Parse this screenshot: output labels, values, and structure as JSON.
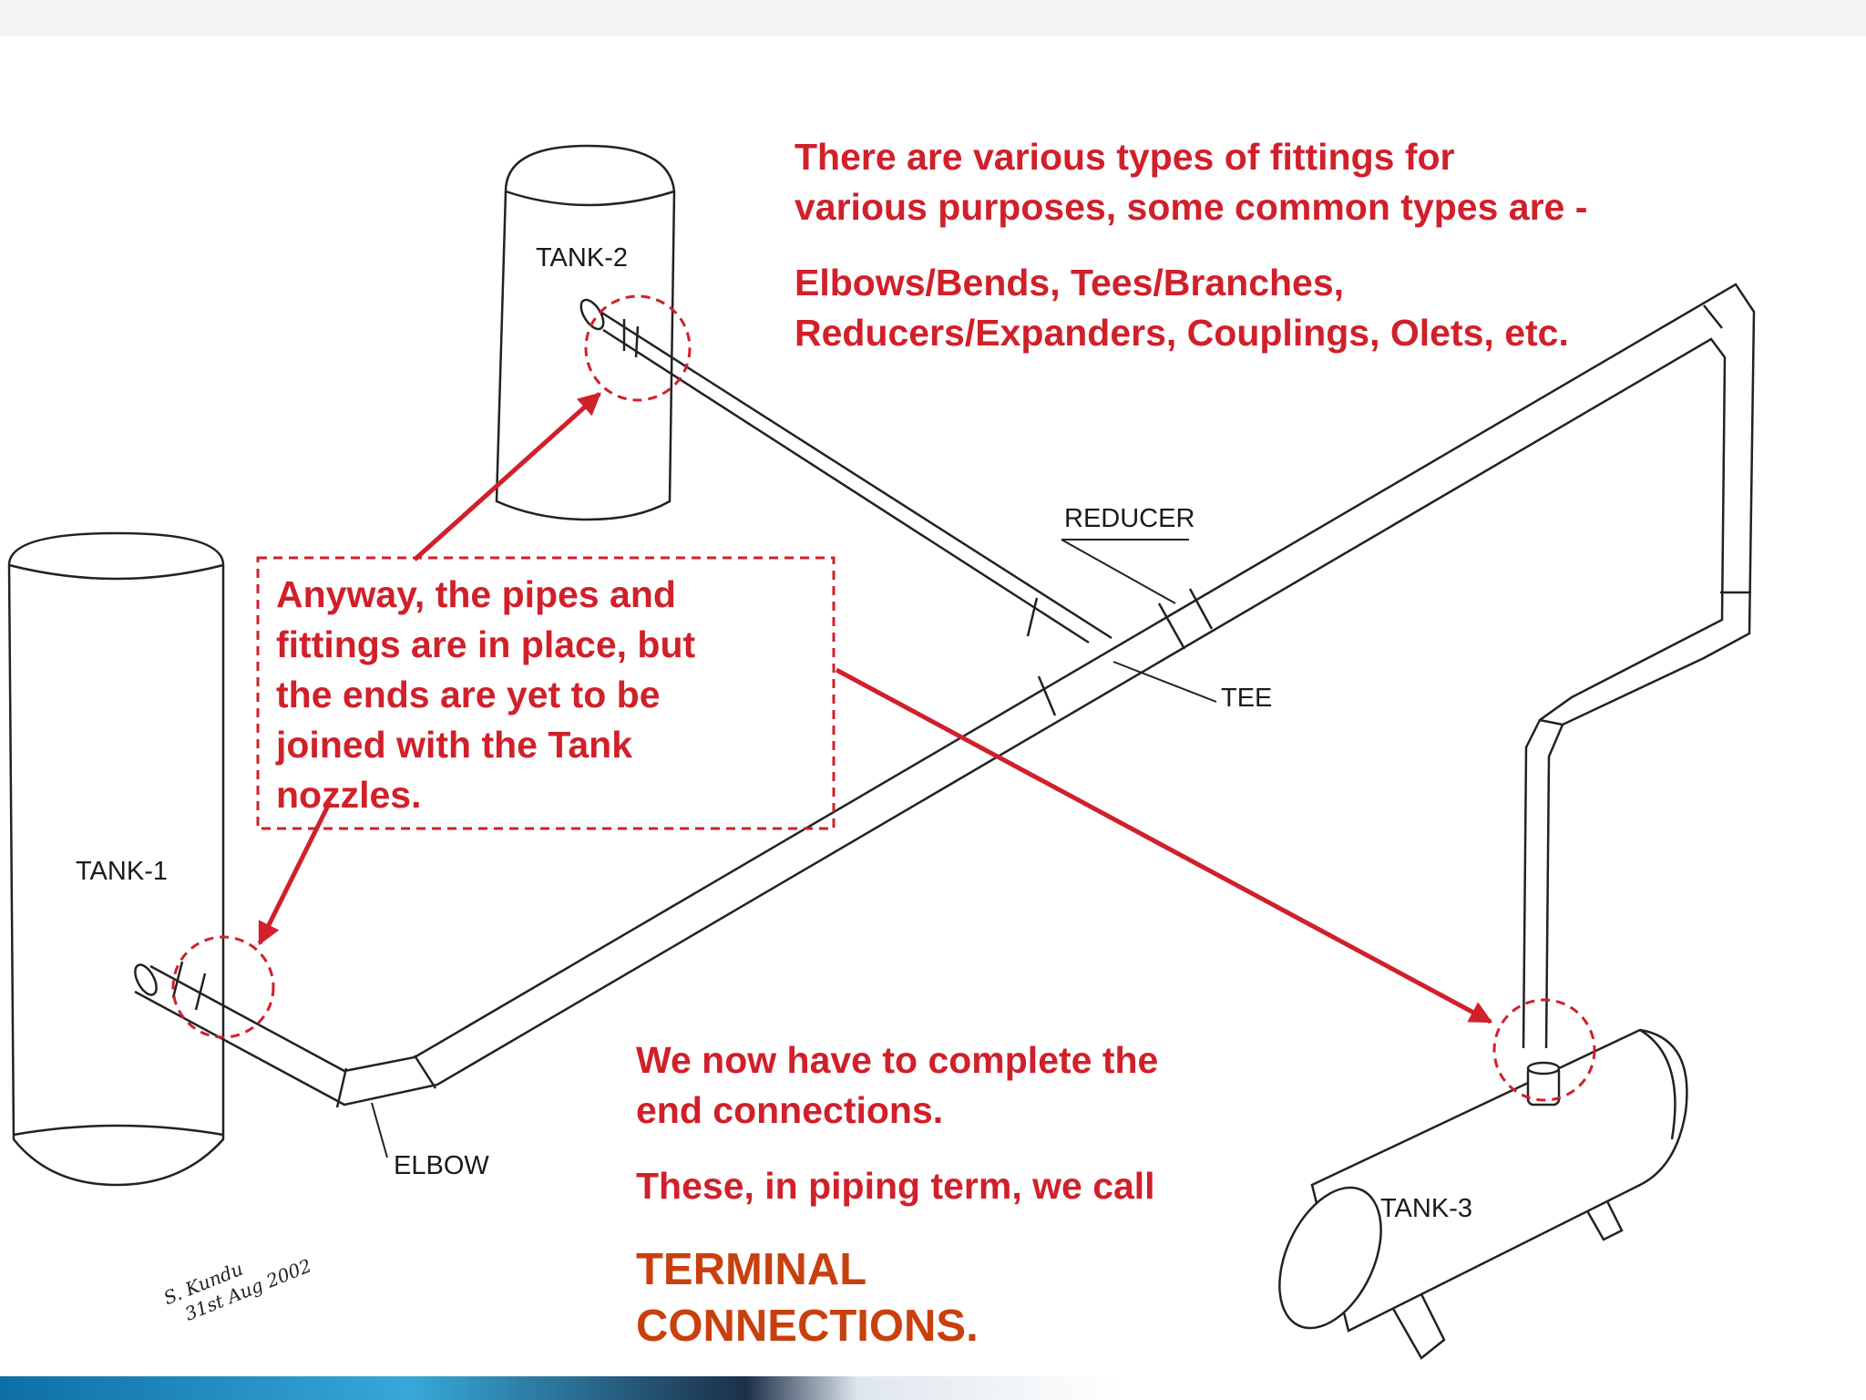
{
  "diagram": {
    "tank1_label": "TANK-1",
    "tank2_label": "TANK-2",
    "tank3_label": "TANK-3",
    "reducer_label": "REDUCER",
    "tee_label": "TEE",
    "elbow_label": "ELBOW",
    "signature_line1": "S. Kundu",
    "signature_line2": "31st Aug 2002"
  },
  "intro": {
    "line1": "There are various types of fittings for",
    "line2": "various purposes, some common types are  -",
    "line3": "Elbows/Bends, Tees/Branches,",
    "line4": "Reducers/Expanders, Couplings, Olets, etc."
  },
  "callout": {
    "line1": "Anyway, the pipes and",
    "line2": "fittings are in place, but",
    "line3": "the ends are yet to be",
    "line4": "joined with the Tank",
    "line5": "nozzles."
  },
  "ending": {
    "line1": "We now have to complete the",
    "line2": "end connections.",
    "line3": "These, in piping term, we call",
    "big1": "TERMINAL",
    "big2": "CONNECTIONS."
  },
  "colors": {
    "accent": "#d0202a",
    "emphasis": "#c8400e"
  }
}
